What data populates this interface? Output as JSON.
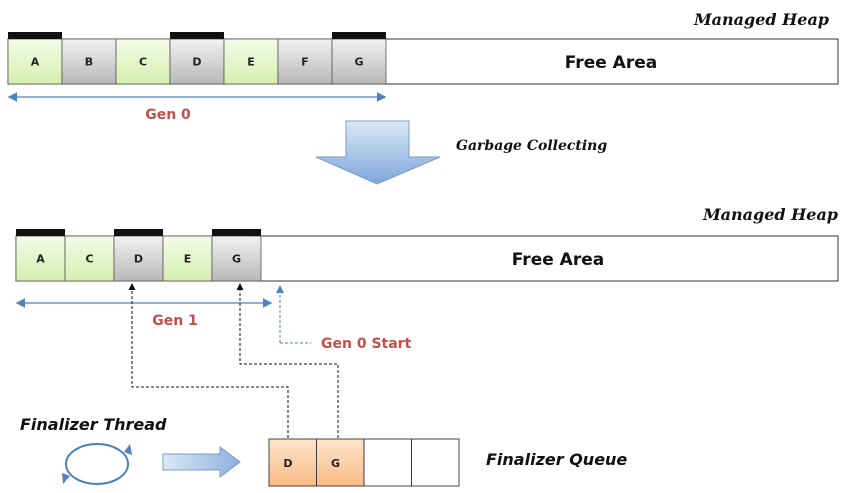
{
  "heap1": {
    "title": "Managed Heap",
    "objects": [
      {
        "label": "A",
        "kind": "live",
        "finalizable": true
      },
      {
        "label": "B",
        "kind": "dead",
        "finalizable": false
      },
      {
        "label": "C",
        "kind": "live",
        "finalizable": false
      },
      {
        "label": "D",
        "kind": "dead",
        "finalizable": true
      },
      {
        "label": "E",
        "kind": "live",
        "finalizable": false
      },
      {
        "label": "F",
        "kind": "dead",
        "finalizable": false
      },
      {
        "label": "G",
        "kind": "dead",
        "finalizable": true
      }
    ],
    "free_label": "Free Area",
    "gen_label": "Gen 0"
  },
  "transition": {
    "label": "Garbage Collecting"
  },
  "heap2": {
    "title": "Managed Heap",
    "objects": [
      {
        "label": "A",
        "kind": "live",
        "finalizable": true
      },
      {
        "label": "C",
        "kind": "live",
        "finalizable": false
      },
      {
        "label": "D",
        "kind": "dead",
        "finalizable": true
      },
      {
        "label": "E",
        "kind": "live",
        "finalizable": false
      },
      {
        "label": "G",
        "kind": "dead",
        "finalizable": true
      }
    ],
    "free_label": "Free Area",
    "gen_label": "Gen 1",
    "gen0_start_label": "Gen 0 Start"
  },
  "finalizer": {
    "thread_label": "Finalizer Thread",
    "queue_label": "Finalizer Queue",
    "queue_items": [
      "D",
      "G",
      "",
      ""
    ]
  },
  "colors": {
    "live_top": "#f4fbe8",
    "live_bottom": "#d4efb0",
    "dead_top": "#f2f2f2",
    "dead_bottom": "#b8b8b8",
    "queue_top": "#fde4cc",
    "queue_bottom": "#f9bb86",
    "arrow_blue": "#4f81bd",
    "gen_red": "#c0504d"
  }
}
